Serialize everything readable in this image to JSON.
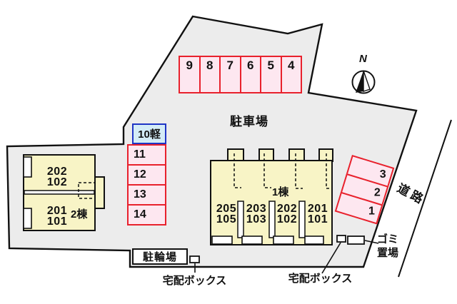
{
  "map": {
    "area_label": "駐車場",
    "road_label": "道路",
    "north_label": "N"
  },
  "parking": {
    "top_row": [
      "9",
      "8",
      "7",
      "6",
      "5",
      "4"
    ],
    "kei_space": "10軽",
    "left_column": [
      "11",
      "12",
      "13",
      "14"
    ],
    "right_stack": [
      "3",
      "2",
      "1"
    ]
  },
  "building1": {
    "name": "1棟",
    "units": [
      {
        "upper": "205",
        "lower": "105"
      },
      {
        "upper": "203",
        "lower": "103"
      },
      {
        "upper": "202",
        "lower": "102"
      },
      {
        "upper": "201",
        "lower": "101"
      }
    ]
  },
  "building2": {
    "name": "2棟",
    "units": [
      {
        "upper": "202",
        "lower": "102"
      },
      {
        "upper": "201",
        "lower": "101"
      }
    ]
  },
  "facilities": {
    "bicycle_parking": "駐輪場",
    "delivery_box_left": "宅配ボックス",
    "delivery_box_right": "宅配ボックス",
    "garbage_line1": "ゴミ",
    "garbage_line2": "置場"
  },
  "colors": {
    "site_fill": "#ececec",
    "building_fill": "#f8f4c6",
    "parking_fill": "#fde7f0",
    "parking_border": "#e8212c",
    "kei_fill": "#d4ecf7",
    "kei_border": "#1f35c5",
    "line": "#111111"
  }
}
